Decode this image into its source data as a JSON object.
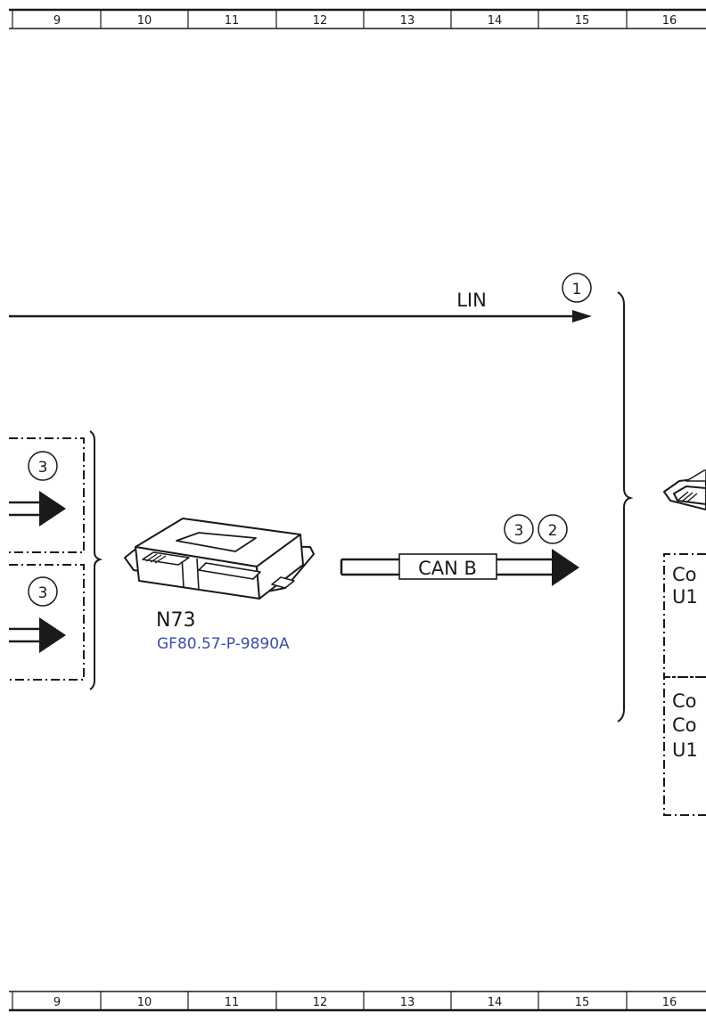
{
  "ruler": {
    "columns": [
      "9",
      "10",
      "11",
      "12",
      "13",
      "14",
      "15",
      "16"
    ]
  },
  "bus": {
    "lin_label": "LIN",
    "can_label": "CAN B"
  },
  "markers": {
    "lin_marker": "1",
    "left_top_marker": "3",
    "left_bottom_marker": "3",
    "can_marker_a": "3",
    "can_marker_b": "2"
  },
  "component": {
    "code": "N73",
    "reference": "GF80.57-P-9890A"
  },
  "right_box": {
    "top_lines": [
      "Co",
      "U1"
    ],
    "bottom_lines": [
      "Co",
      "Co",
      "U1"
    ]
  }
}
